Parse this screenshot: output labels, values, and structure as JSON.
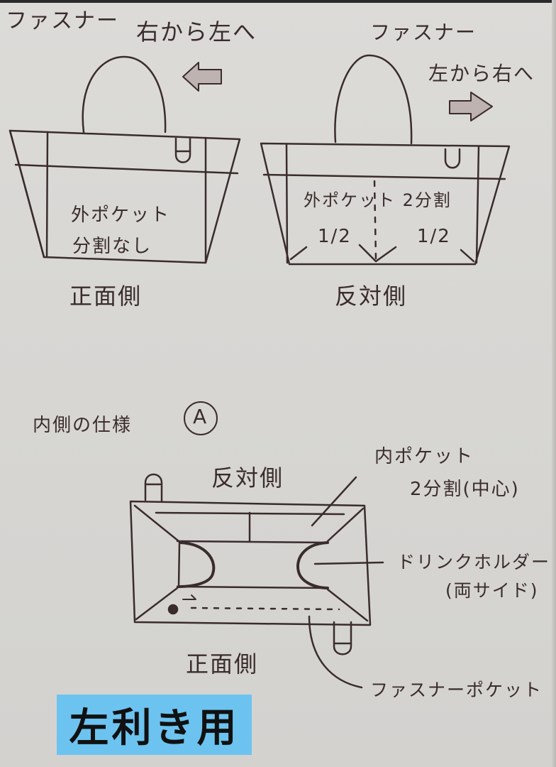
{
  "front_view": {
    "zipper_label": "ファスナー",
    "zipper_direction": "右から左へ",
    "arrow": "left-arrow",
    "pocket_text_line1": "外ポケット",
    "pocket_text_line2": "分割なし",
    "caption": "正面側"
  },
  "back_view": {
    "zipper_label": "ファスナー",
    "zipper_direction": "左から右へ",
    "arrow": "right-arrow",
    "pocket_text": "外ポケット 2分割",
    "half_left": "1/2",
    "half_right": "1/2",
    "caption": "反対側"
  },
  "interior": {
    "title": "内側の仕様",
    "variant": "A",
    "top_caption": "反対側",
    "bottom_caption": "正面側",
    "callouts": {
      "inner_pocket_line1": "内ポケット",
      "inner_pocket_line2": "2分割(中心)",
      "drink_holder_line1": "ドリンクホルダー",
      "drink_holder_line2": "(両サイド)",
      "zipper_pocket": "ファスナーポケット"
    }
  },
  "badge": {
    "label": "左利き用",
    "color": "#6cc3f0"
  },
  "colors": {
    "ink": "#3a2c2c",
    "paper": "#d9d8d5"
  }
}
